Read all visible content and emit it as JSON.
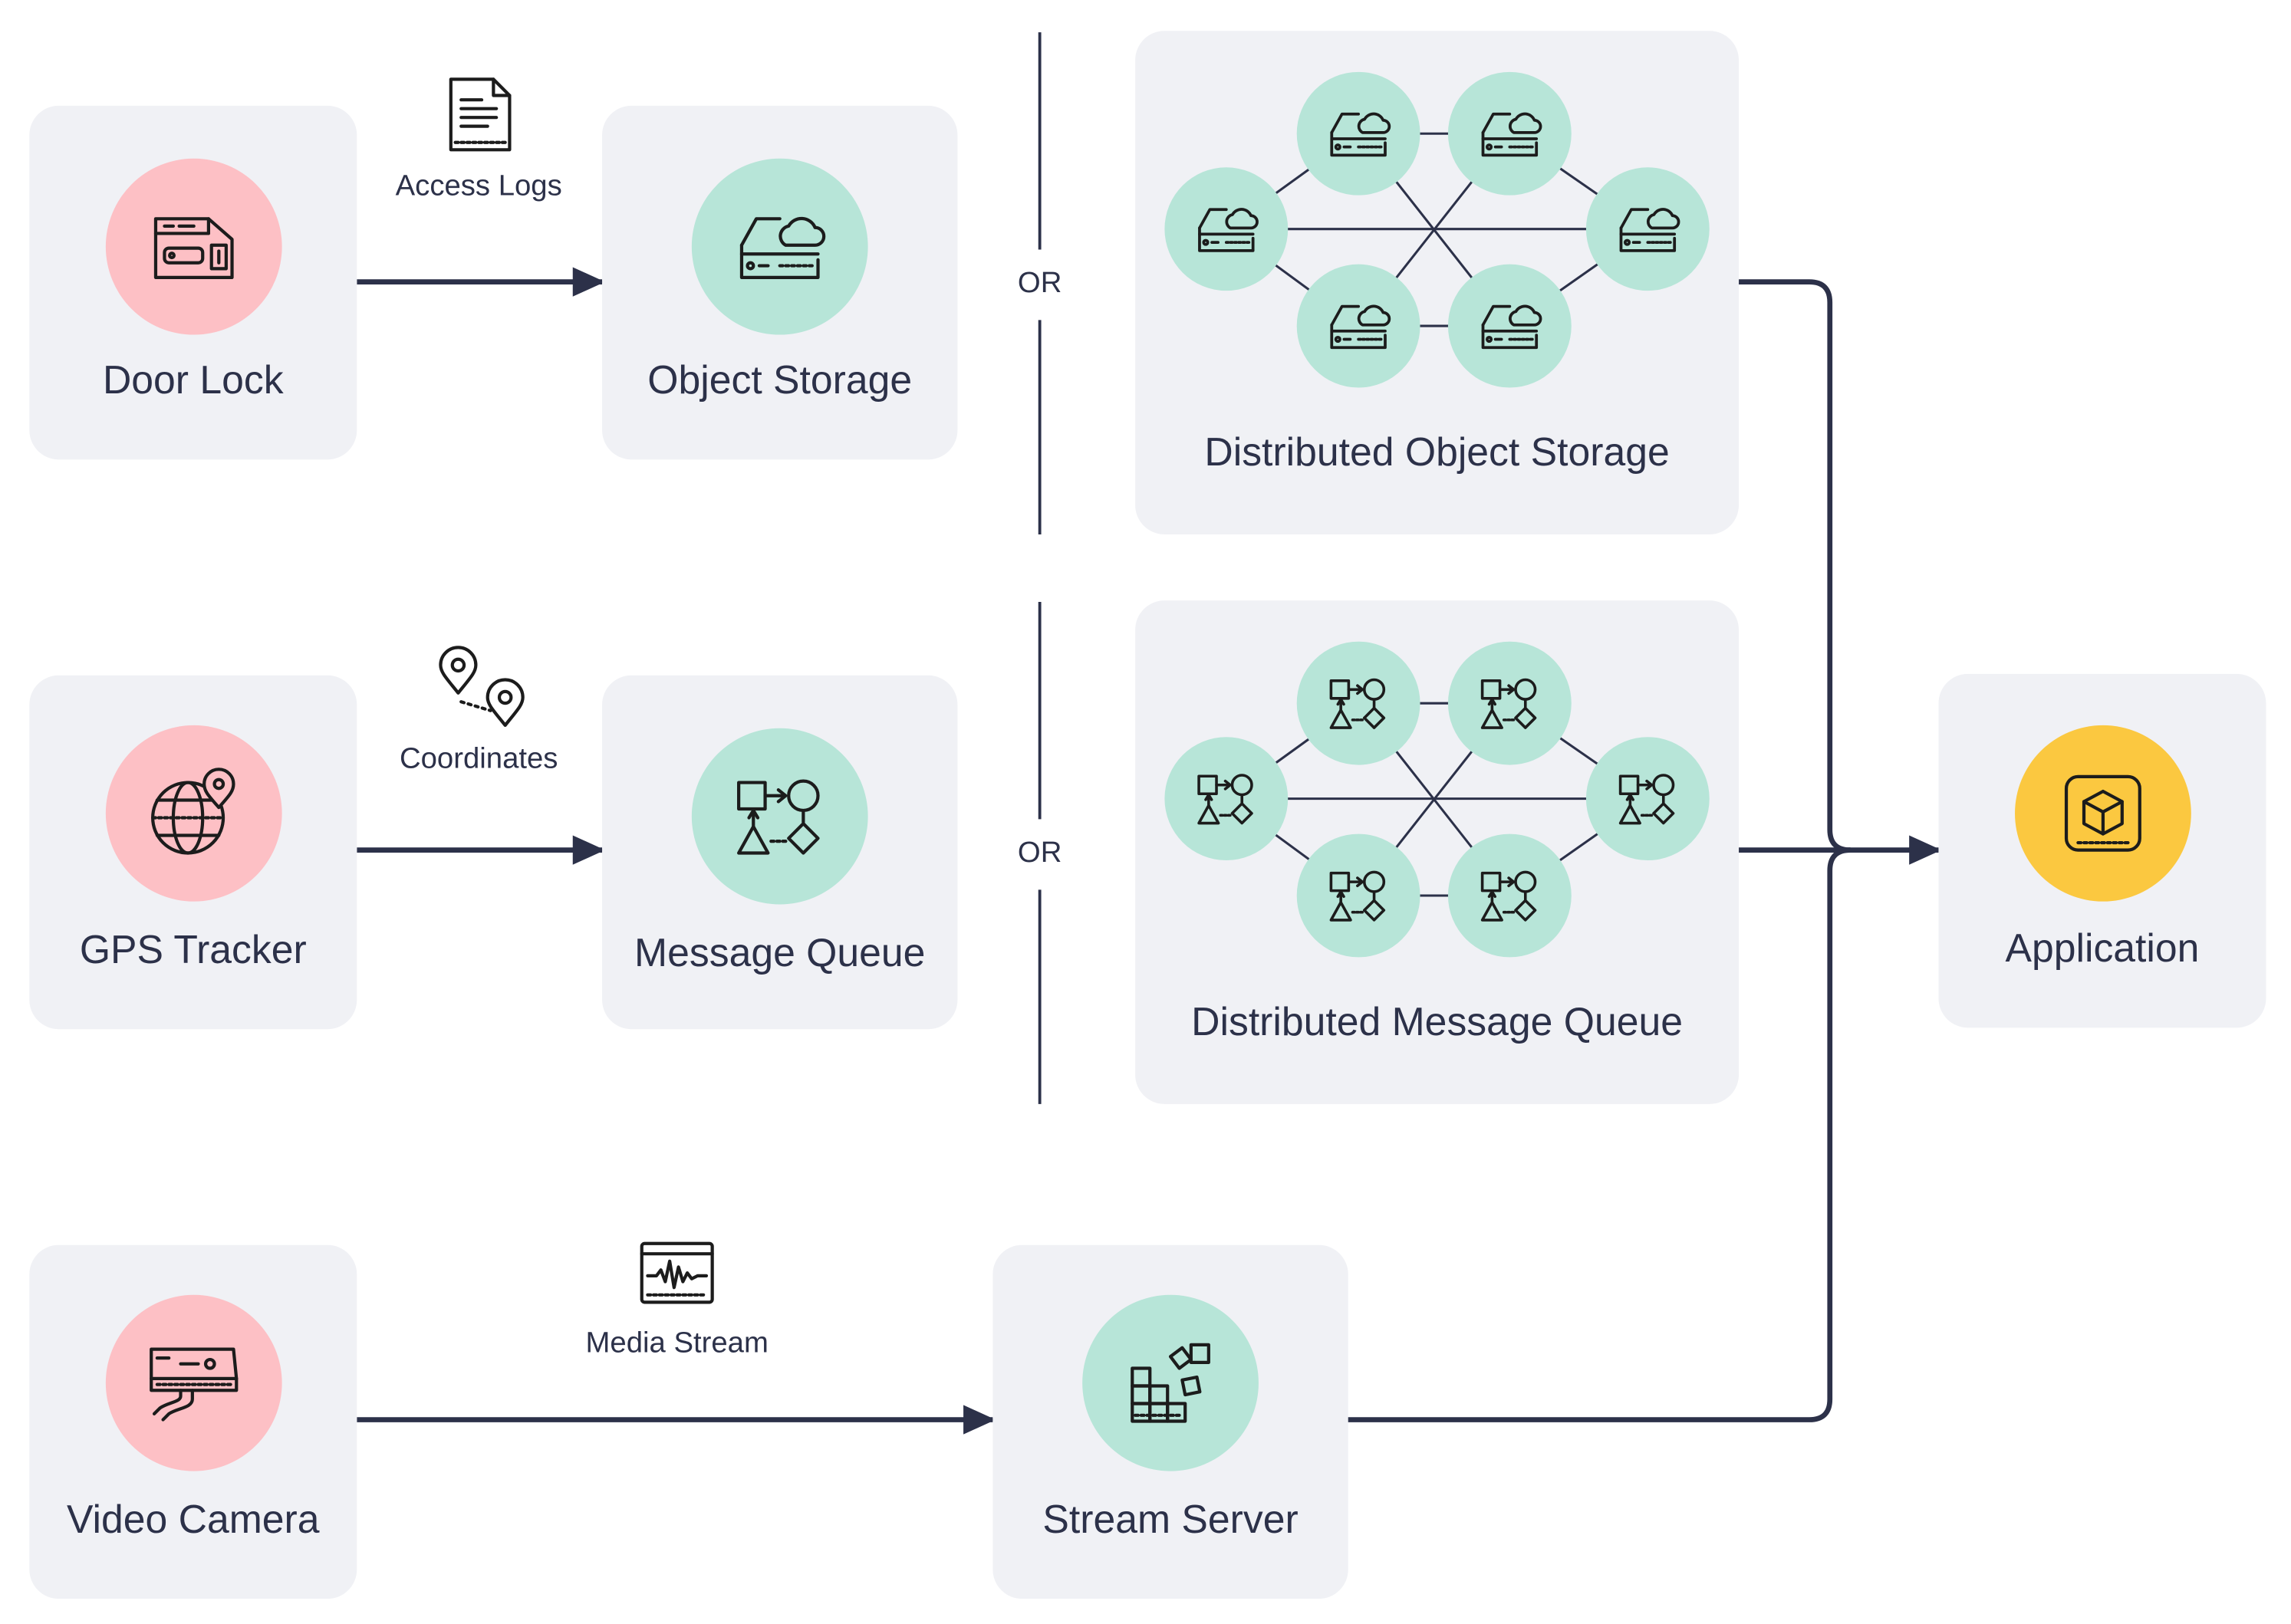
{
  "colors": {
    "card_bg": "#f0f1f5",
    "device": "#fdc0c5",
    "service": "#b7e5d8",
    "application": "#fbc840",
    "lines": "#2c3149"
  },
  "nodes": {
    "door_lock": {
      "label": "Door Lock",
      "icon": "door-lock-icon"
    },
    "gps_tracker": {
      "label": "GPS Tracker",
      "icon": "globe-pin-icon"
    },
    "video_camera": {
      "label": "Video Camera",
      "icon": "security-camera-icon"
    },
    "object_storage": {
      "label": "Object Storage",
      "icon": "cloud-storage-icon"
    },
    "message_queue": {
      "label": "Message Queue",
      "icon": "shapes-flow-icon"
    },
    "stream_server": {
      "label": "Stream Server",
      "icon": "blocks-icon"
    },
    "distributed_object_storage": {
      "label": "Distributed Object Storage",
      "icon": "cloud-storage-icon"
    },
    "distributed_message_queue": {
      "label": "Distributed Message Queue",
      "icon": "shapes-flow-icon"
    },
    "application": {
      "label": "Application",
      "icon": "cube-app-icon"
    }
  },
  "edges": {
    "access_logs": {
      "label": "Access Logs",
      "icon": "document-icon"
    },
    "coordinates": {
      "label": "Coordinates",
      "icon": "map-pins-icon"
    },
    "media_stream": {
      "label": "Media Stream",
      "icon": "waveform-icon"
    }
  },
  "separators": {
    "or_top": "OR",
    "or_middle": "OR"
  }
}
